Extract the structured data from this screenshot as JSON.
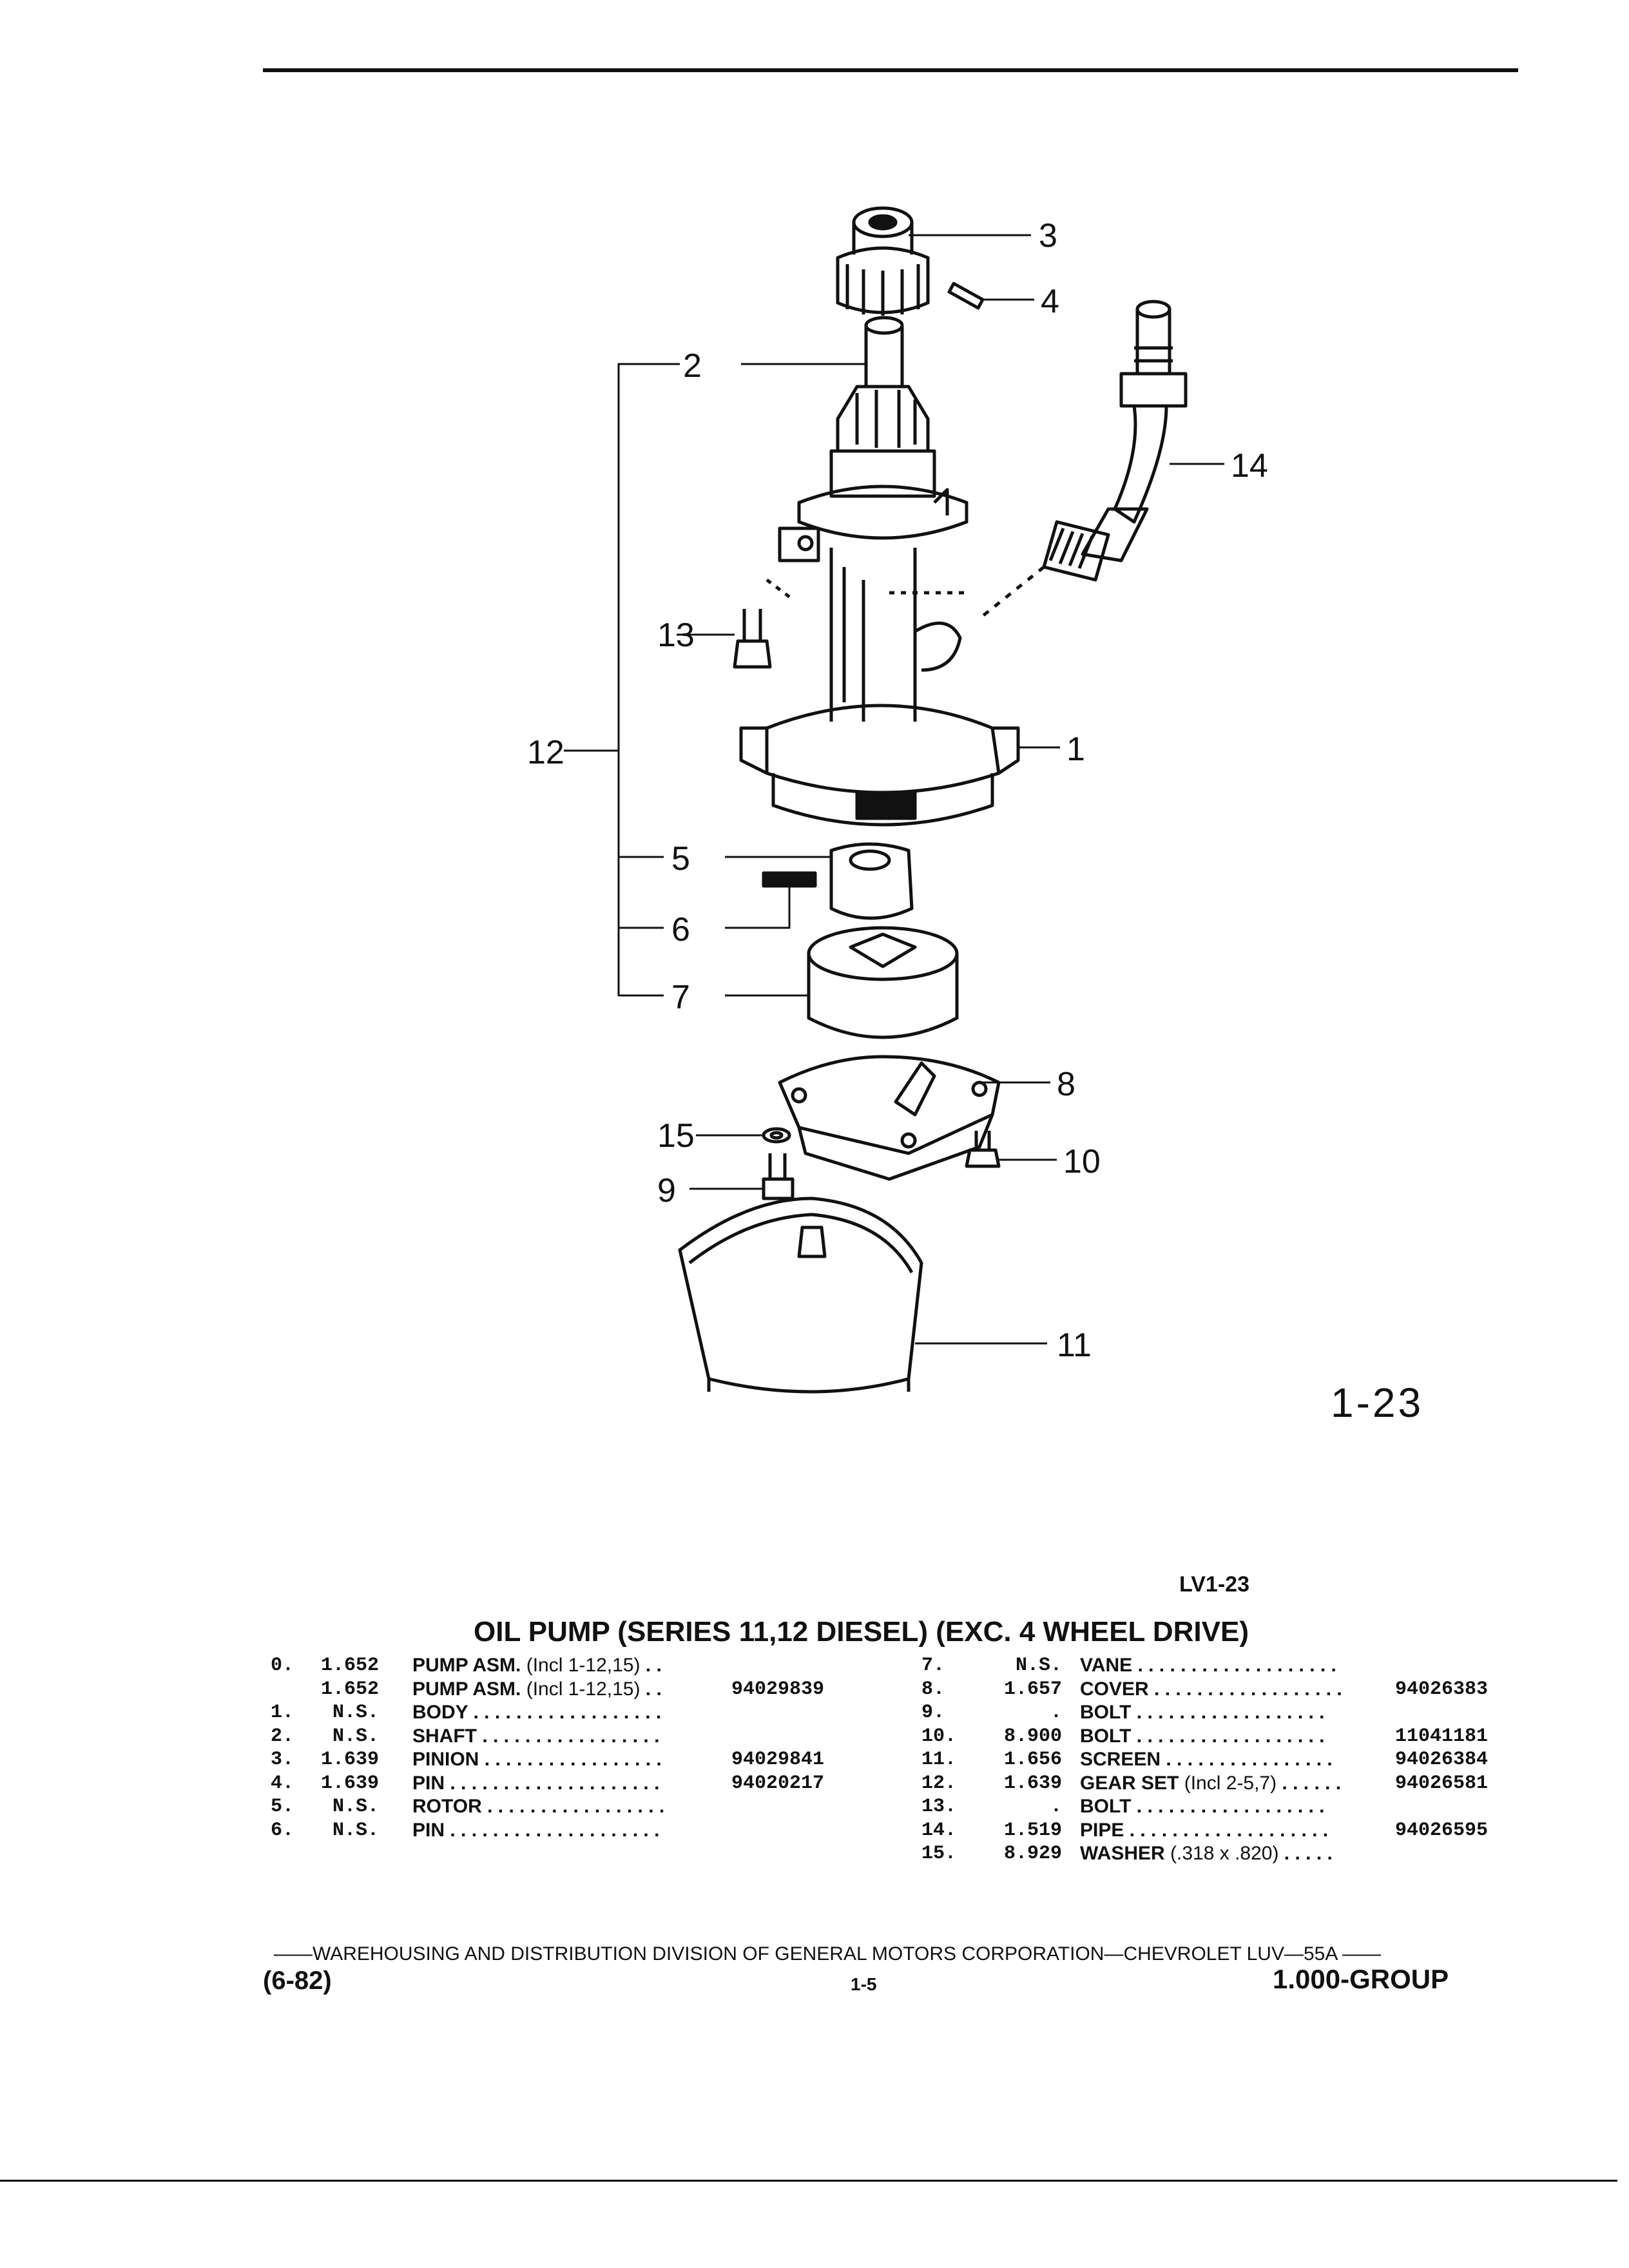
{
  "figure": {
    "callouts": [
      "1",
      "2",
      "3",
      "4",
      "5",
      "6",
      "7",
      "8",
      "9",
      "10",
      "11",
      "12",
      "13",
      "14",
      "15"
    ],
    "number": "1-23",
    "code": "LV1-23"
  },
  "title": "OIL PUMP (SERIES 11,12 DIESEL) (EXC. 4 WHEEL DRIVE)",
  "parts_left": [
    {
      "no": "0.",
      "grp": "1.652",
      "desc": "PUMP ASM.",
      "note": "(Incl 1-12,15)",
      "dots": " . .",
      "part": ""
    },
    {
      "no": "",
      "grp": "1.652",
      "desc": "PUMP ASM.",
      "note": "(Incl 1-12,15)",
      "dots": " . .",
      "part": "94029839"
    },
    {
      "no": "1.",
      "grp": "N.S.",
      "desc": "BODY",
      "note": "",
      "dots": " . . . . . . . . . . . . . . . . . .",
      "part": ""
    },
    {
      "no": "2.",
      "grp": "N.S.",
      "desc": "SHAFT",
      "note": "",
      "dots": " . . . . . . . . . . . . . . . . .",
      "part": ""
    },
    {
      "no": "3.",
      "grp": "1.639",
      "desc": "PINION",
      "note": "",
      "dots": " . . . . . . . . . . . . . . . . .",
      "part": "94029841"
    },
    {
      "no": "4.",
      "grp": "1.639",
      "desc": "PIN",
      "note": "",
      "dots": " . . . . . . . . . . . . . . . . . . . .",
      "part": "94020217"
    },
    {
      "no": "5.",
      "grp": "N.S.",
      "desc": "ROTOR",
      "note": "",
      "dots": " . . . . . . . . . . . . . . . . .",
      "part": ""
    },
    {
      "no": "6.",
      "grp": "N.S.",
      "desc": "PIN",
      "note": "",
      "dots": " . . . . . . . . . . . . . . . . . . . .",
      "part": ""
    }
  ],
  "parts_right": [
    {
      "no": "7.",
      "grp": "N.S.",
      "desc": "VANE",
      "note": "",
      "dots": " . . . . . . . . . . . . . . . . . . .",
      "part": ""
    },
    {
      "no": "8.",
      "grp": "1.657",
      "desc": "COVER",
      "note": "",
      "dots": " . . . . . . . . . . . . . . . . . .",
      "part": "94026383"
    },
    {
      "no": "9.",
      "grp": ".",
      "desc": "BOLT",
      "note": "",
      "dots": " . . . . . . . . . . . . . . . . . .",
      "part": ""
    },
    {
      "no": "10.",
      "grp": "8.900",
      "desc": "BOLT",
      "note": "",
      "dots": " . . . . . . . . . . . . . . . . . .",
      "part": "11041181"
    },
    {
      "no": "11.",
      "grp": "1.656",
      "desc": "SCREEN",
      "note": "",
      "dots": " . . . . . . . . . . . . . . . .",
      "part": "94026384"
    },
    {
      "no": "12.",
      "grp": "1.639",
      "desc": "GEAR SET",
      "note": "(Incl 2-5,7)",
      "dots": " . . . . . .",
      "part": "94026581"
    },
    {
      "no": "13.",
      "grp": ".",
      "desc": "BOLT",
      "note": "",
      "dots": " . . . . . . . . . . . . . . . . . .",
      "part": ""
    },
    {
      "no": "14.",
      "grp": "1.519",
      "desc": "PIPE",
      "note": "",
      "dots": " . . . . . . . . . . . . . . . . . . .",
      "part": "94026595"
    },
    {
      "no": "15.",
      "grp": "8.929",
      "desc": "WASHER",
      "note": "(.318 x .820)",
      "dots": " . . . . .",
      "part": ""
    }
  ],
  "footer": {
    "line": "——WAREHOUSING AND DISTRIBUTION  DIVISION OF GENERAL MOTORS CORPORATION—CHEVROLET LUV—55A  ——",
    "date": "(6-82)",
    "page": "1-5",
    "group": "1.000-GROUP"
  }
}
